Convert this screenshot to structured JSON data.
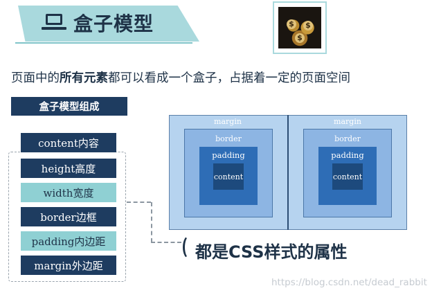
{
  "title": "盒子模型",
  "intro": {
    "before": "页面中的",
    "emphasis": "所有元素",
    "after": "都可以看成一个盒子，占据着一定的页面空间"
  },
  "section_label": "盒子模型组成",
  "items": [
    {
      "label": "content内容",
      "style": "dark"
    },
    {
      "label": "height高度",
      "style": "dark"
    },
    {
      "label": "width宽度",
      "style": "light"
    },
    {
      "label": "border边框",
      "style": "dark"
    },
    {
      "label": "padding内边距",
      "style": "light"
    },
    {
      "label": "margin外边距",
      "style": "dark"
    }
  ],
  "conclusion": "都是CSS样式的属性",
  "diagram": {
    "left": {
      "margin": "margin",
      "border": "border",
      "padding": "padding",
      "content": "content"
    },
    "right": {
      "margin": "margin",
      "border": "border",
      "padding": "padding",
      "content": "content"
    }
  },
  "watermark": "https://blog.csdn.net/dead_rabbit",
  "icons": {
    "title_icon": "laptop-icon",
    "photo": "money-bags-image"
  },
  "colors": {
    "accent_teal": "#a9d9dd",
    "navy": "#1e3c60",
    "light_teal": "#8fd0d3",
    "margin_blue": "#b6d3ef",
    "border_blue": "#8db5e3",
    "padding_blue": "#2e6db6",
    "content_blue": "#1d4a7d"
  }
}
